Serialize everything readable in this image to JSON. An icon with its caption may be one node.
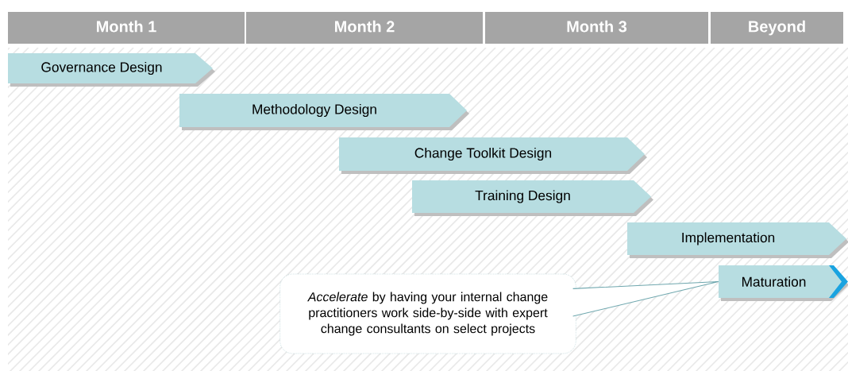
{
  "diagram": {
    "nodes": [
      {
        "text": [
          "Month 1"
        ]
      },
      {
        "text": [
          "Month 2"
        ]
      },
      {
        "text": [
          "Month 3"
        ]
      },
      {
        "text": [
          "Beyond"
        ]
      },
      {
        "text": [
          "Governance Design"
        ]
      },
      {
        "text": [
          "Methodology Design"
        ]
      },
      {
        "text": [
          "Change Toolkit Design"
        ]
      },
      {
        "text": [
          "Training Design"
        ]
      },
      {
        "text": [
          "Implementation"
        ]
      },
      {
        "text": [
          "Maturation"
        ]
      },
      {
        "text": [
          "*Accelerate* by having your internal change practitioners work side-by-side with expert change consultants on select projects"
        ]
      }
    ],
    "edges": [
      {
        "from": 10,
        "to": 9,
        "arrow": "none"
      }
    ]
  }
}
